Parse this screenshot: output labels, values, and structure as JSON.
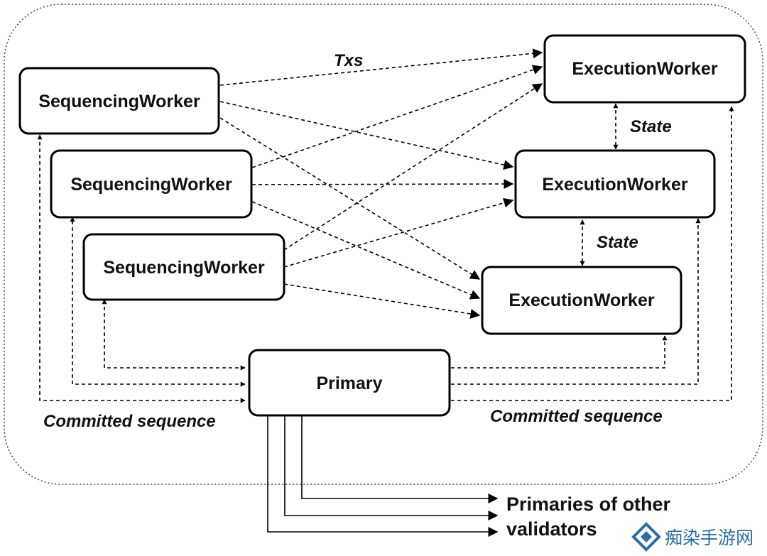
{
  "nodes": {
    "sequencing_worker_1": "SequencingWorker",
    "sequencing_worker_2": "SequencingWorker",
    "sequencing_worker_3": "SequencingWorker",
    "execution_worker_1": "ExecutionWorker",
    "execution_worker_2": "ExecutionWorker",
    "execution_worker_3": "ExecutionWorker",
    "primary": "Primary"
  },
  "edge_labels": {
    "txs": "Txs",
    "state_1": "State",
    "state_2": "State",
    "committed_sequence_left": "Committed sequence",
    "committed_sequence_right": "Committed sequence"
  },
  "output": {
    "line1": "Primaries of other",
    "line2": "validators"
  },
  "watermark": {
    "text": "痴染手游网"
  },
  "colors": {
    "stroke": "#000000",
    "watermark": "#2c6ea3"
  }
}
